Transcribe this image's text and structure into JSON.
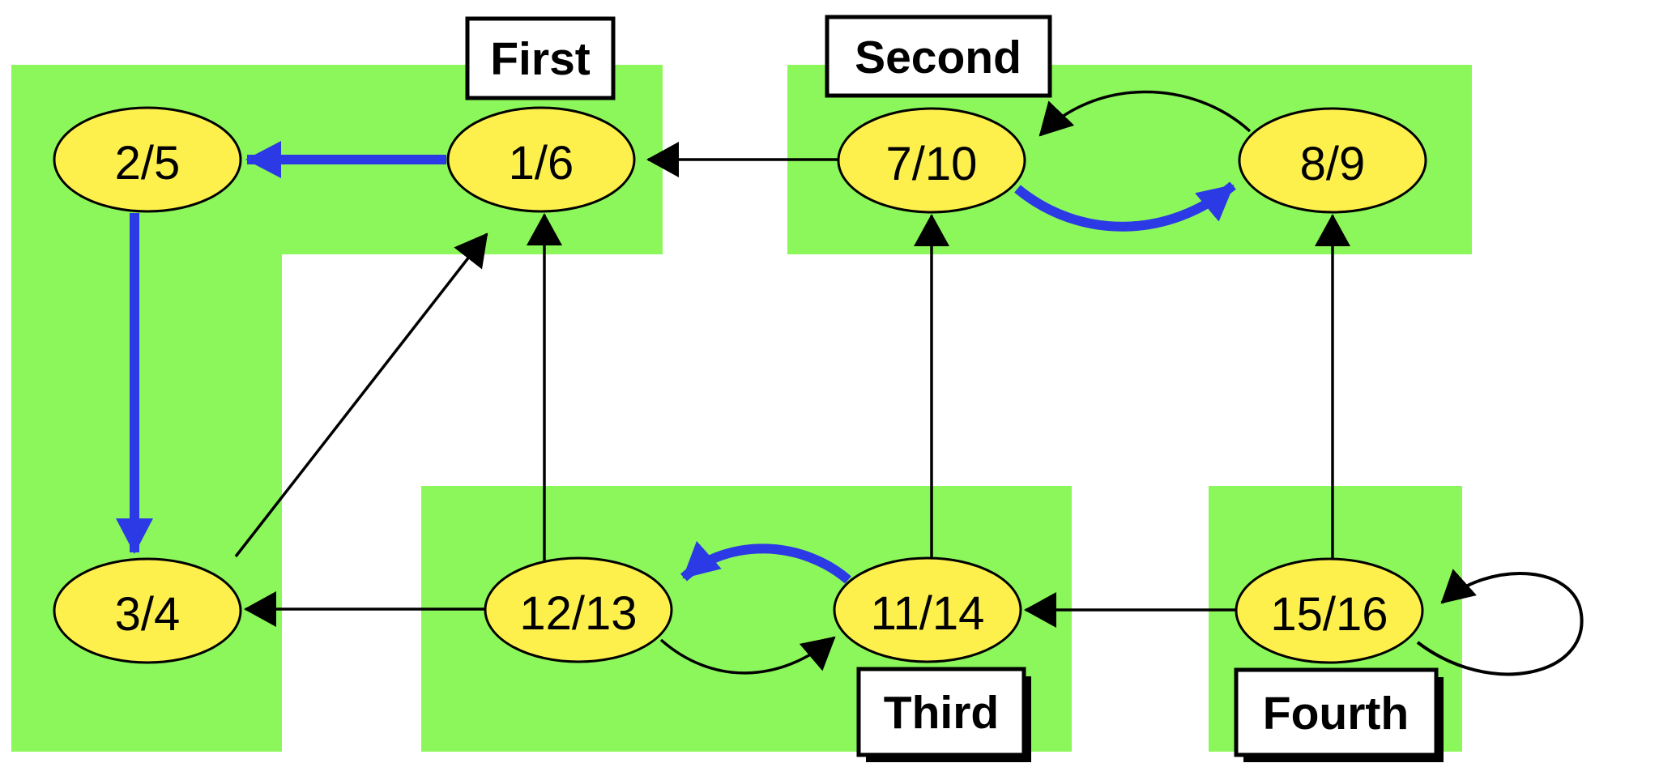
{
  "diagram": {
    "description": "Depth-first search forest diagram with discovery/finishing times and four strongly-connected components highlighted in green",
    "colors": {
      "region_fill": "#8CF75B",
      "node_fill": "#FEF04C",
      "node_stroke": "#000000",
      "tree_edge_blue": "#2B3AE4",
      "edge_black": "#000000",
      "label_box_fill": "#FFFFFF",
      "label_box_border": "#000000",
      "background": "#FFFFFF"
    },
    "regions": [
      {
        "label": "First"
      },
      {
        "label": "Second"
      },
      {
        "label": "Third"
      },
      {
        "label": "Fourth"
      }
    ],
    "nodes": [
      {
        "label": "2/5"
      },
      {
        "label": "1/6"
      },
      {
        "label": "7/10"
      },
      {
        "label": "8/9"
      },
      {
        "label": "3/4"
      },
      {
        "label": "12/13"
      },
      {
        "label": "11/14"
      },
      {
        "label": "15/16"
      }
    ],
    "edges": [
      {
        "from": "1/6",
        "to": "2/5",
        "color": "blue",
        "shape": "straight"
      },
      {
        "from": "2/5",
        "to": "3/4",
        "color": "blue",
        "shape": "straight"
      },
      {
        "from": "7/10",
        "to": "8/9",
        "color": "blue",
        "shape": "arc-below"
      },
      {
        "from": "11/14",
        "to": "12/13",
        "color": "blue",
        "shape": "arc-above"
      },
      {
        "from": "7/10",
        "to": "1/6",
        "color": "black",
        "shape": "straight"
      },
      {
        "from": "8/9",
        "to": "7/10",
        "color": "black",
        "shape": "arc-above"
      },
      {
        "from": "3/4",
        "to": "1/6",
        "color": "black",
        "shape": "straight"
      },
      {
        "from": "12/13",
        "to": "3/4",
        "color": "black",
        "shape": "straight"
      },
      {
        "from": "12/13",
        "to": "1/6",
        "color": "black",
        "shape": "straight"
      },
      {
        "from": "12/13",
        "to": "11/14",
        "color": "black",
        "shape": "arc-below"
      },
      {
        "from": "11/14",
        "to": "7/10",
        "color": "black",
        "shape": "straight"
      },
      {
        "from": "15/16",
        "to": "11/14",
        "color": "black",
        "shape": "straight"
      },
      {
        "from": "15/16",
        "to": "8/9",
        "color": "black",
        "shape": "straight"
      },
      {
        "from": "15/16",
        "to": "15/16",
        "color": "black",
        "shape": "self-loop"
      }
    ]
  }
}
